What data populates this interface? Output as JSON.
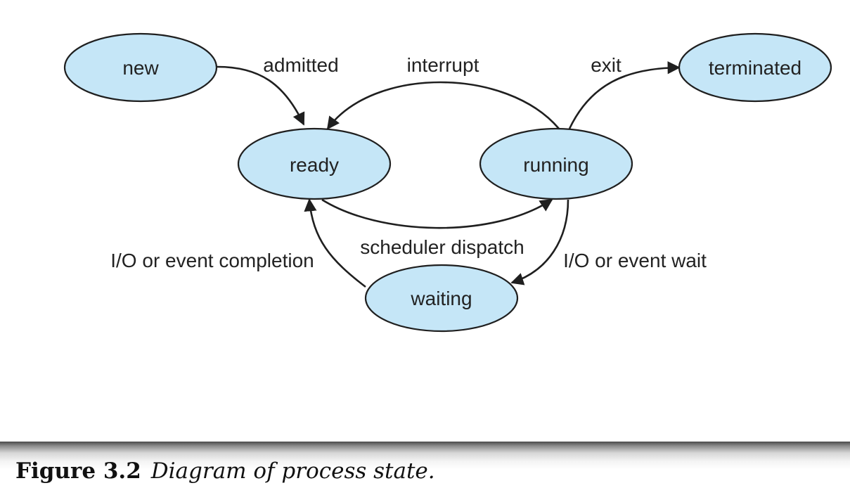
{
  "diagram": {
    "states": [
      {
        "id": "new",
        "label": "new"
      },
      {
        "id": "ready",
        "label": "ready"
      },
      {
        "id": "running",
        "label": "running"
      },
      {
        "id": "waiting",
        "label": "waiting"
      },
      {
        "id": "terminated",
        "label": "terminated"
      }
    ],
    "transitions": [
      {
        "from": "new",
        "to": "ready",
        "label": "admitted"
      },
      {
        "from": "running",
        "to": "ready",
        "label": "interrupt"
      },
      {
        "from": "running",
        "to": "terminated",
        "label": "exit"
      },
      {
        "from": "ready",
        "to": "running",
        "label": "scheduler dispatch"
      },
      {
        "from": "running",
        "to": "waiting",
        "label": "I/O or event wait"
      },
      {
        "from": "waiting",
        "to": "ready",
        "label": "I/O or event completion"
      }
    ],
    "colors": {
      "state_fill": "#c5e6f7",
      "stroke": "#1f1f1f",
      "text": "#222222"
    }
  },
  "caption": {
    "figure_label": "Figure 3.2",
    "figure_text": "Diagram of process state."
  }
}
